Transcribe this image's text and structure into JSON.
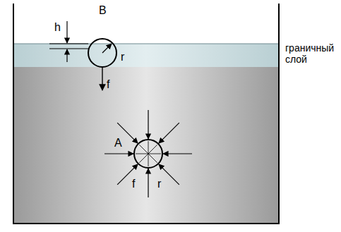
{
  "diagram": {
    "labels": [
      "B",
      "h",
      "r",
      "f",
      "A",
      "f",
      "r",
      "граничный слой"
    ]
  }
}
